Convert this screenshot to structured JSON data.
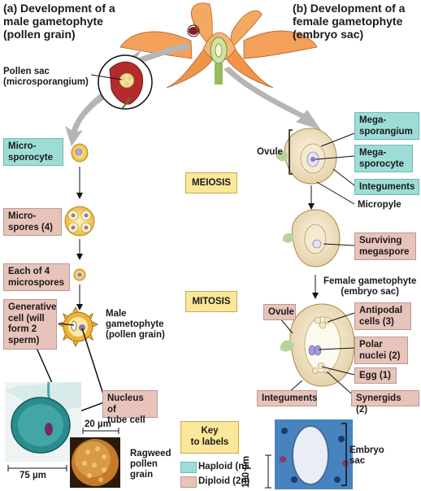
{
  "headers": {
    "male": [
      "(a) Development of a",
      "male gametophyte",
      "(pollen grain)"
    ],
    "female": [
      "(b) Development of a",
      "female gametophyte",
      "(embryo sac)"
    ]
  },
  "labels": {
    "pollen_sac": [
      "Pollen sac",
      "(microsporangium)"
    ],
    "microsporocyte": [
      "Micro-",
      "sporocyte"
    ],
    "microspores": [
      "Micro-",
      "spores (4)"
    ],
    "each_of_4": [
      "Each of 4",
      "microspores"
    ],
    "generative_cell": [
      "Generative",
      "cell (will",
      "form 2",
      "sperm)"
    ],
    "male_gametophyte": [
      "Male",
      "gametophyte",
      "(pollen grain)"
    ],
    "nucleus_tube_cell": [
      "Nucleus of",
      "tube cell"
    ],
    "scale_20": "20 µm",
    "scale_75": "75 µm",
    "ragweed": [
      "Ragweed",
      "pollen",
      "grain"
    ],
    "meiosis": "MEIOSIS",
    "mitosis": "MITOSIS",
    "ovule": "Ovule",
    "megasporangium": [
      "Mega-",
      "sporangium"
    ],
    "megasporocyte": [
      "Mega-",
      "sporocyte"
    ],
    "integuments": "Integuments",
    "micropyle": "Micropyle",
    "surviving_megaspore": [
      "Surviving",
      "megaspore"
    ],
    "female_gametophyte": [
      "Female gametophyte",
      "(embryo sac)"
    ],
    "ovule2": "Ovule",
    "antipodal": [
      "Antipodal",
      "cells (3)"
    ],
    "polar_nuclei": [
      "Polar",
      "nuclei (2)"
    ],
    "egg": "Egg (1)",
    "integuments2": "Integuments",
    "synergids": "Synergids (2)",
    "embryo_sac": [
      "Embryo",
      "sac"
    ],
    "scale_100": "100 µm"
  },
  "key": {
    "title": [
      "Key",
      "to labels"
    ],
    "haploid": "Haploid (n)",
    "diploid": "Diploid (2n)"
  },
  "colors": {
    "haploid": "#9edcd8",
    "diploid": "#e7c3ba",
    "key_box": "#fbe79a",
    "flower": "#f09a55",
    "arrow_gray": "#b5b5b5"
  }
}
